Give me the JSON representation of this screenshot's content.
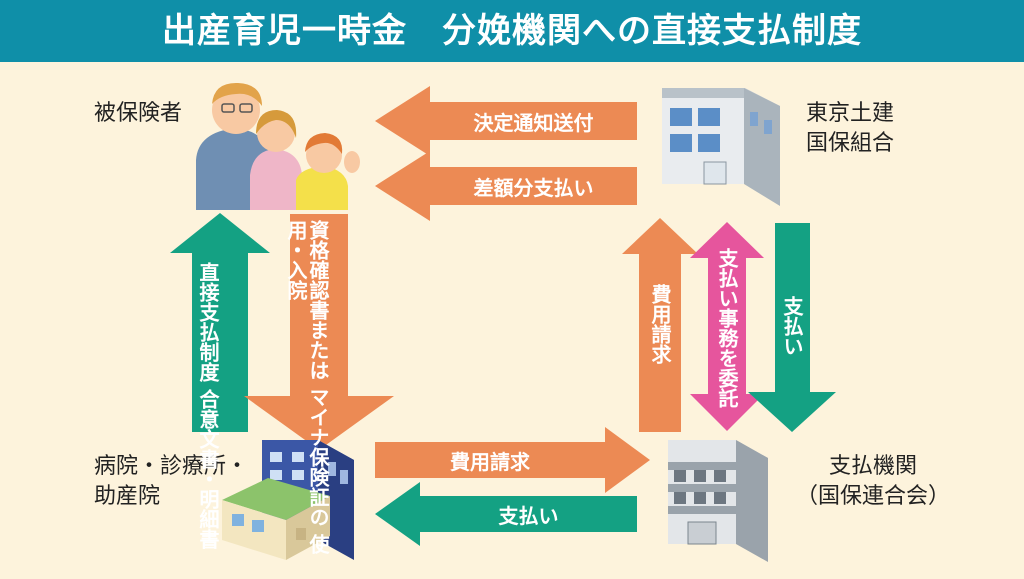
{
  "title": "出産育児一時金　分娩機関への直接支払制度",
  "nodes": {
    "insured": "被保険者",
    "union": "東京土建\n国保組合",
    "hospital": "病院・診療所・\n助産院",
    "payment_agency": "支払機関\n（国保連合会）"
  },
  "arrows": {
    "decision_notice": "決定通知送付",
    "difference_payment": "差額分支払い",
    "agreement_docs_line1": "直接支払制度",
    "agreement_docs_line2": "合意文書・明細書",
    "eligibility_line1": "資格確認書または",
    "eligibility_line2": "マイナ保険証の",
    "eligibility_line3": "使用・入院",
    "hospital_claim": "費用請求",
    "hospital_payment": "支払い",
    "agency_claim": "費用請求",
    "delegation": "支払い事務を委託",
    "union_payment": "支払い"
  },
  "colors": {
    "header": "#0f8fa8",
    "background": "#fdf3dc",
    "orange": "#ec8a54",
    "teal": "#14a183",
    "pink": "#e6559d"
  }
}
